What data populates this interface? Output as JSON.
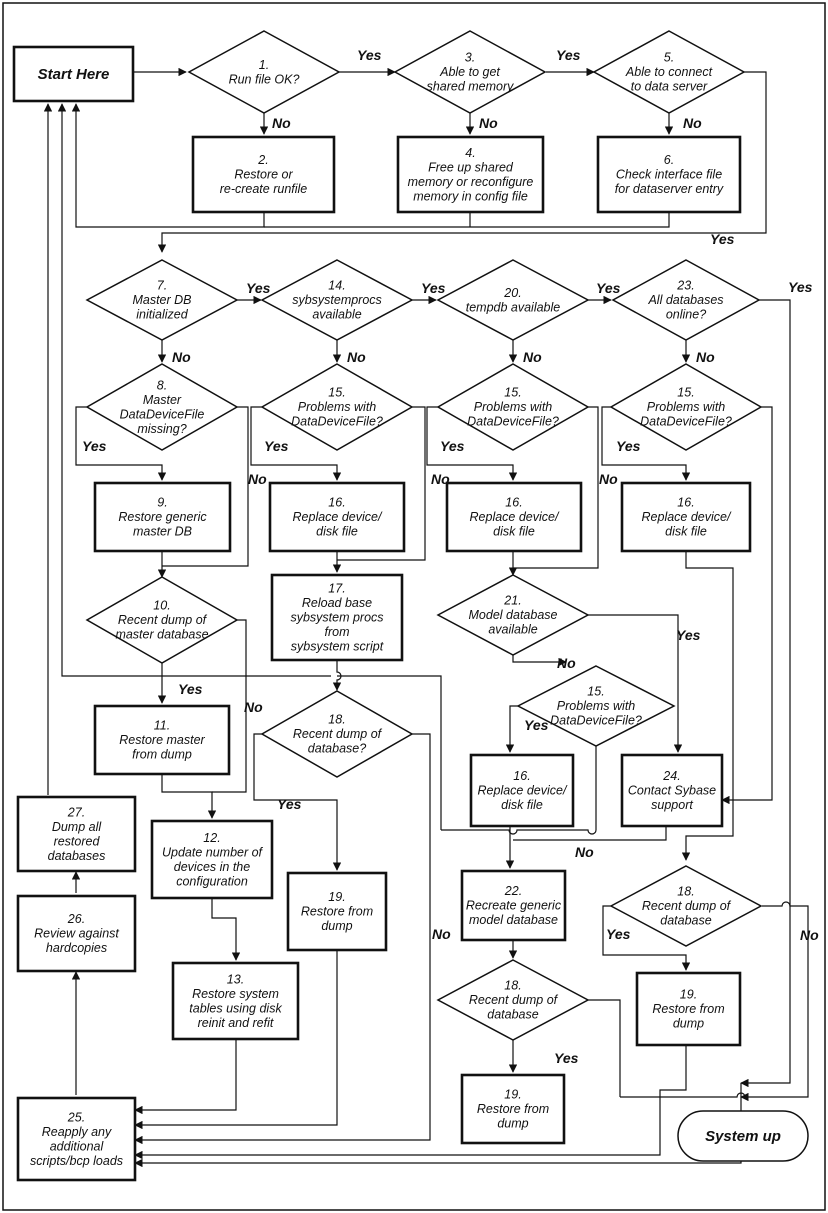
{
  "nodes": {
    "start": [
      "Start Here"
    ],
    "n1": [
      "1.",
      "Run file OK?"
    ],
    "n2": [
      "2.",
      "Restore or",
      "re-create runfile"
    ],
    "n3": [
      "3.",
      "Able to get",
      "shared memory"
    ],
    "n4": [
      "4.",
      "Free up shared",
      "memory or reconfigure",
      "memory in config file"
    ],
    "n5": [
      "5.",
      "Able to connect",
      "to data server"
    ],
    "n6": [
      "6.",
      "Check interface file",
      "for dataserver entry"
    ],
    "n7": [
      "7.",
      "Master DB",
      "initialized"
    ],
    "n8": [
      "8.",
      "Master",
      "DataDeviceFile",
      "missing?"
    ],
    "n9": [
      "9.",
      "Restore generic",
      "master DB"
    ],
    "n10": [
      "10.",
      "Recent dump of",
      "master database"
    ],
    "n11": [
      "11.",
      "Restore master",
      "from dump"
    ],
    "n12": [
      "12.",
      "Update number of",
      "devices in the",
      "configuration"
    ],
    "n13": [
      "13.",
      "Restore system",
      "tables using disk",
      "reinit and refit"
    ],
    "n14": [
      "14.",
      "sybsystemprocs",
      "available"
    ],
    "n15a": [
      "15.",
      "Problems with",
      "DataDeviceFile?"
    ],
    "n16a": [
      "16.",
      "Replace device/",
      "disk file"
    ],
    "n17": [
      "17.",
      "Reload base",
      "sybsystem procs",
      "from",
      "sybsystem script"
    ],
    "n18a": [
      "18.",
      "Recent dump of",
      "database?"
    ],
    "n19a": [
      "19.",
      "Restore from",
      "dump"
    ],
    "n20": [
      "20.",
      "tempdb available"
    ],
    "n15b": [
      "15.",
      "Problems with",
      "DataDeviceFile?"
    ],
    "n16b": [
      "16.",
      "Replace device/",
      "disk file"
    ],
    "n21": [
      "21.",
      "Model database",
      "available"
    ],
    "n15c": [
      "15.",
      "Problems with",
      "DataDeviceFile?"
    ],
    "n16c": [
      "16.",
      "Replace device/",
      "disk file"
    ],
    "n22": [
      "22.",
      "Recreate generic",
      "model database"
    ],
    "n18b": [
      "18.",
      "Recent dump of",
      "database"
    ],
    "n19b": [
      "19.",
      "Restore from",
      "dump"
    ],
    "n23": [
      "23.",
      "All databases",
      "online?"
    ],
    "n15d": [
      "15.",
      "Problems with",
      "DataDeviceFile?"
    ],
    "n16d": [
      "16.",
      "Replace device/",
      "disk file"
    ],
    "n24": [
      "24.",
      "Contact Sybase",
      "support"
    ],
    "n18c": [
      "18.",
      "Recent dump of",
      "database"
    ],
    "n19c": [
      "19.",
      "Restore from",
      "dump"
    ],
    "n25": [
      "25.",
      "Reapply any",
      "additional",
      "scripts/bcp loads"
    ],
    "n26": [
      "26.",
      "Review  against",
      "hardcopies"
    ],
    "n27": [
      "27.",
      "Dump all",
      "restored",
      "databases"
    ],
    "sysup": [
      "System up"
    ]
  },
  "labels": {
    "yes_1": "Yes",
    "no_1": "No",
    "yes_3": "Yes",
    "no_3": "No",
    "no_5": "No",
    "yes_5": "Yes",
    "yes_7": "Yes",
    "no_7": "No",
    "yes_8": "Yes",
    "no_8": "No",
    "yes_10": "Yes",
    "no_10": "No",
    "yes_14": "Yes",
    "no_14": "No",
    "yes_15a": "Yes",
    "no_15a": "No",
    "yes_18a": "Yes",
    "no_18a": "No",
    "yes_20": "Yes",
    "no_20": "No",
    "yes_15b": "Yes",
    "no_15b": "No",
    "no_21": "No",
    "yes_21": "Yes",
    "yes_15c": "Yes",
    "no_15c": "No",
    "yes_18b": "Yes",
    "yes_23": "Yes",
    "no_23": "No",
    "yes_15d": "Yes",
    "yes_18c": "Yes",
    "no_18c": "No"
  }
}
